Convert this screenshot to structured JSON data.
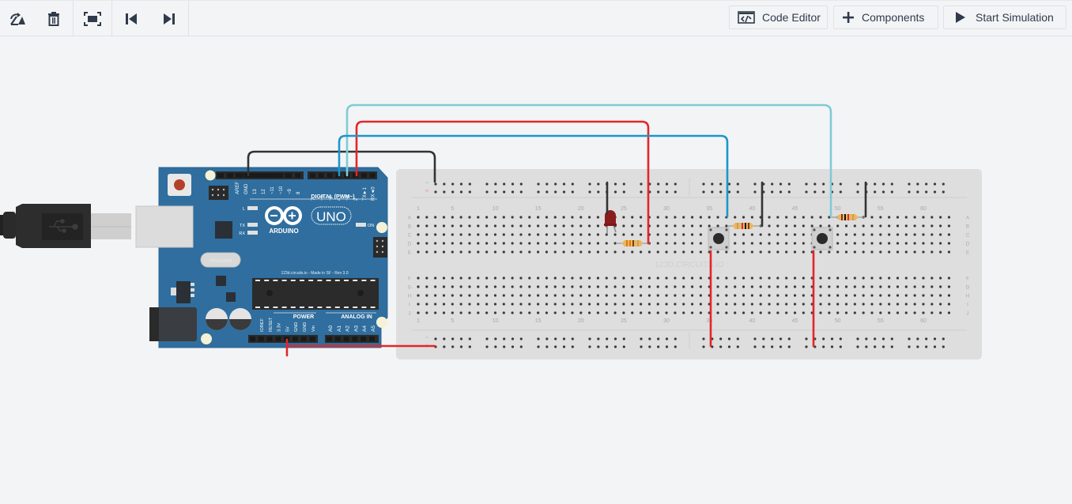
{
  "toolbar": {
    "left_icons": [
      {
        "name": "rotate-icon",
        "label": "Rotate"
      },
      {
        "name": "trash-icon",
        "label": "Delete"
      },
      {
        "name": "fit-view-icon",
        "label": "Fit to view"
      },
      {
        "name": "step-back-icon",
        "label": "Undo"
      },
      {
        "name": "step-forward-icon",
        "label": "Redo"
      }
    ],
    "code_editor_label": "Code Editor",
    "components_label": "Components",
    "start_simulation_label": "Start Simulation"
  },
  "arduino": {
    "model": "UNO",
    "brand": "ARDUINO",
    "digital_header_label": "DIGITAL (PWM~)",
    "power_label": "POWER",
    "analog_label": "ANALOG IN",
    "board_text": "123d.circuits.io - Made in SF - Rev 3.0",
    "crystal_text": "SPK16.000G",
    "digital_pins_left": [
      "AREF",
      "GND",
      "13",
      "12",
      "~11",
      "~10",
      "~9",
      "8"
    ],
    "digital_pins_right": [
      "7",
      "~6",
      "~5",
      "4",
      "~3",
      "2",
      "TX►1",
      "RX◄0"
    ],
    "power_pins": [
      "IOREF",
      "RESET",
      "3.3V",
      "5V",
      "GND",
      "GND",
      "Vin"
    ],
    "analog_pins": [
      "A0",
      "A1",
      "A2",
      "A3",
      "A4",
      "A5"
    ],
    "led_labels": [
      "L",
      "TX",
      "RX",
      "ON"
    ]
  },
  "breadboard": {
    "watermark": "123D.CIRCUITS.IO",
    "column_numbers": [
      "1",
      "5",
      "10",
      "15",
      "20",
      "25",
      "30",
      "35",
      "40",
      "45",
      "50",
      "55",
      "60"
    ],
    "rows_top": [
      "A",
      "B",
      "C",
      "D",
      "E"
    ],
    "rows_bottom": [
      "F",
      "G",
      "H",
      "I",
      "J"
    ],
    "rail_minus": "−",
    "rail_plus": "+"
  },
  "colors": {
    "board_blue": "#2f6e9e",
    "wire_black": "#333333",
    "wire_red": "#e3262a",
    "wire_blue": "#1d96c9",
    "wire_cyan": "#7fcbd6",
    "led_red": "#8b1c1c",
    "breadboard": "#dedede"
  }
}
